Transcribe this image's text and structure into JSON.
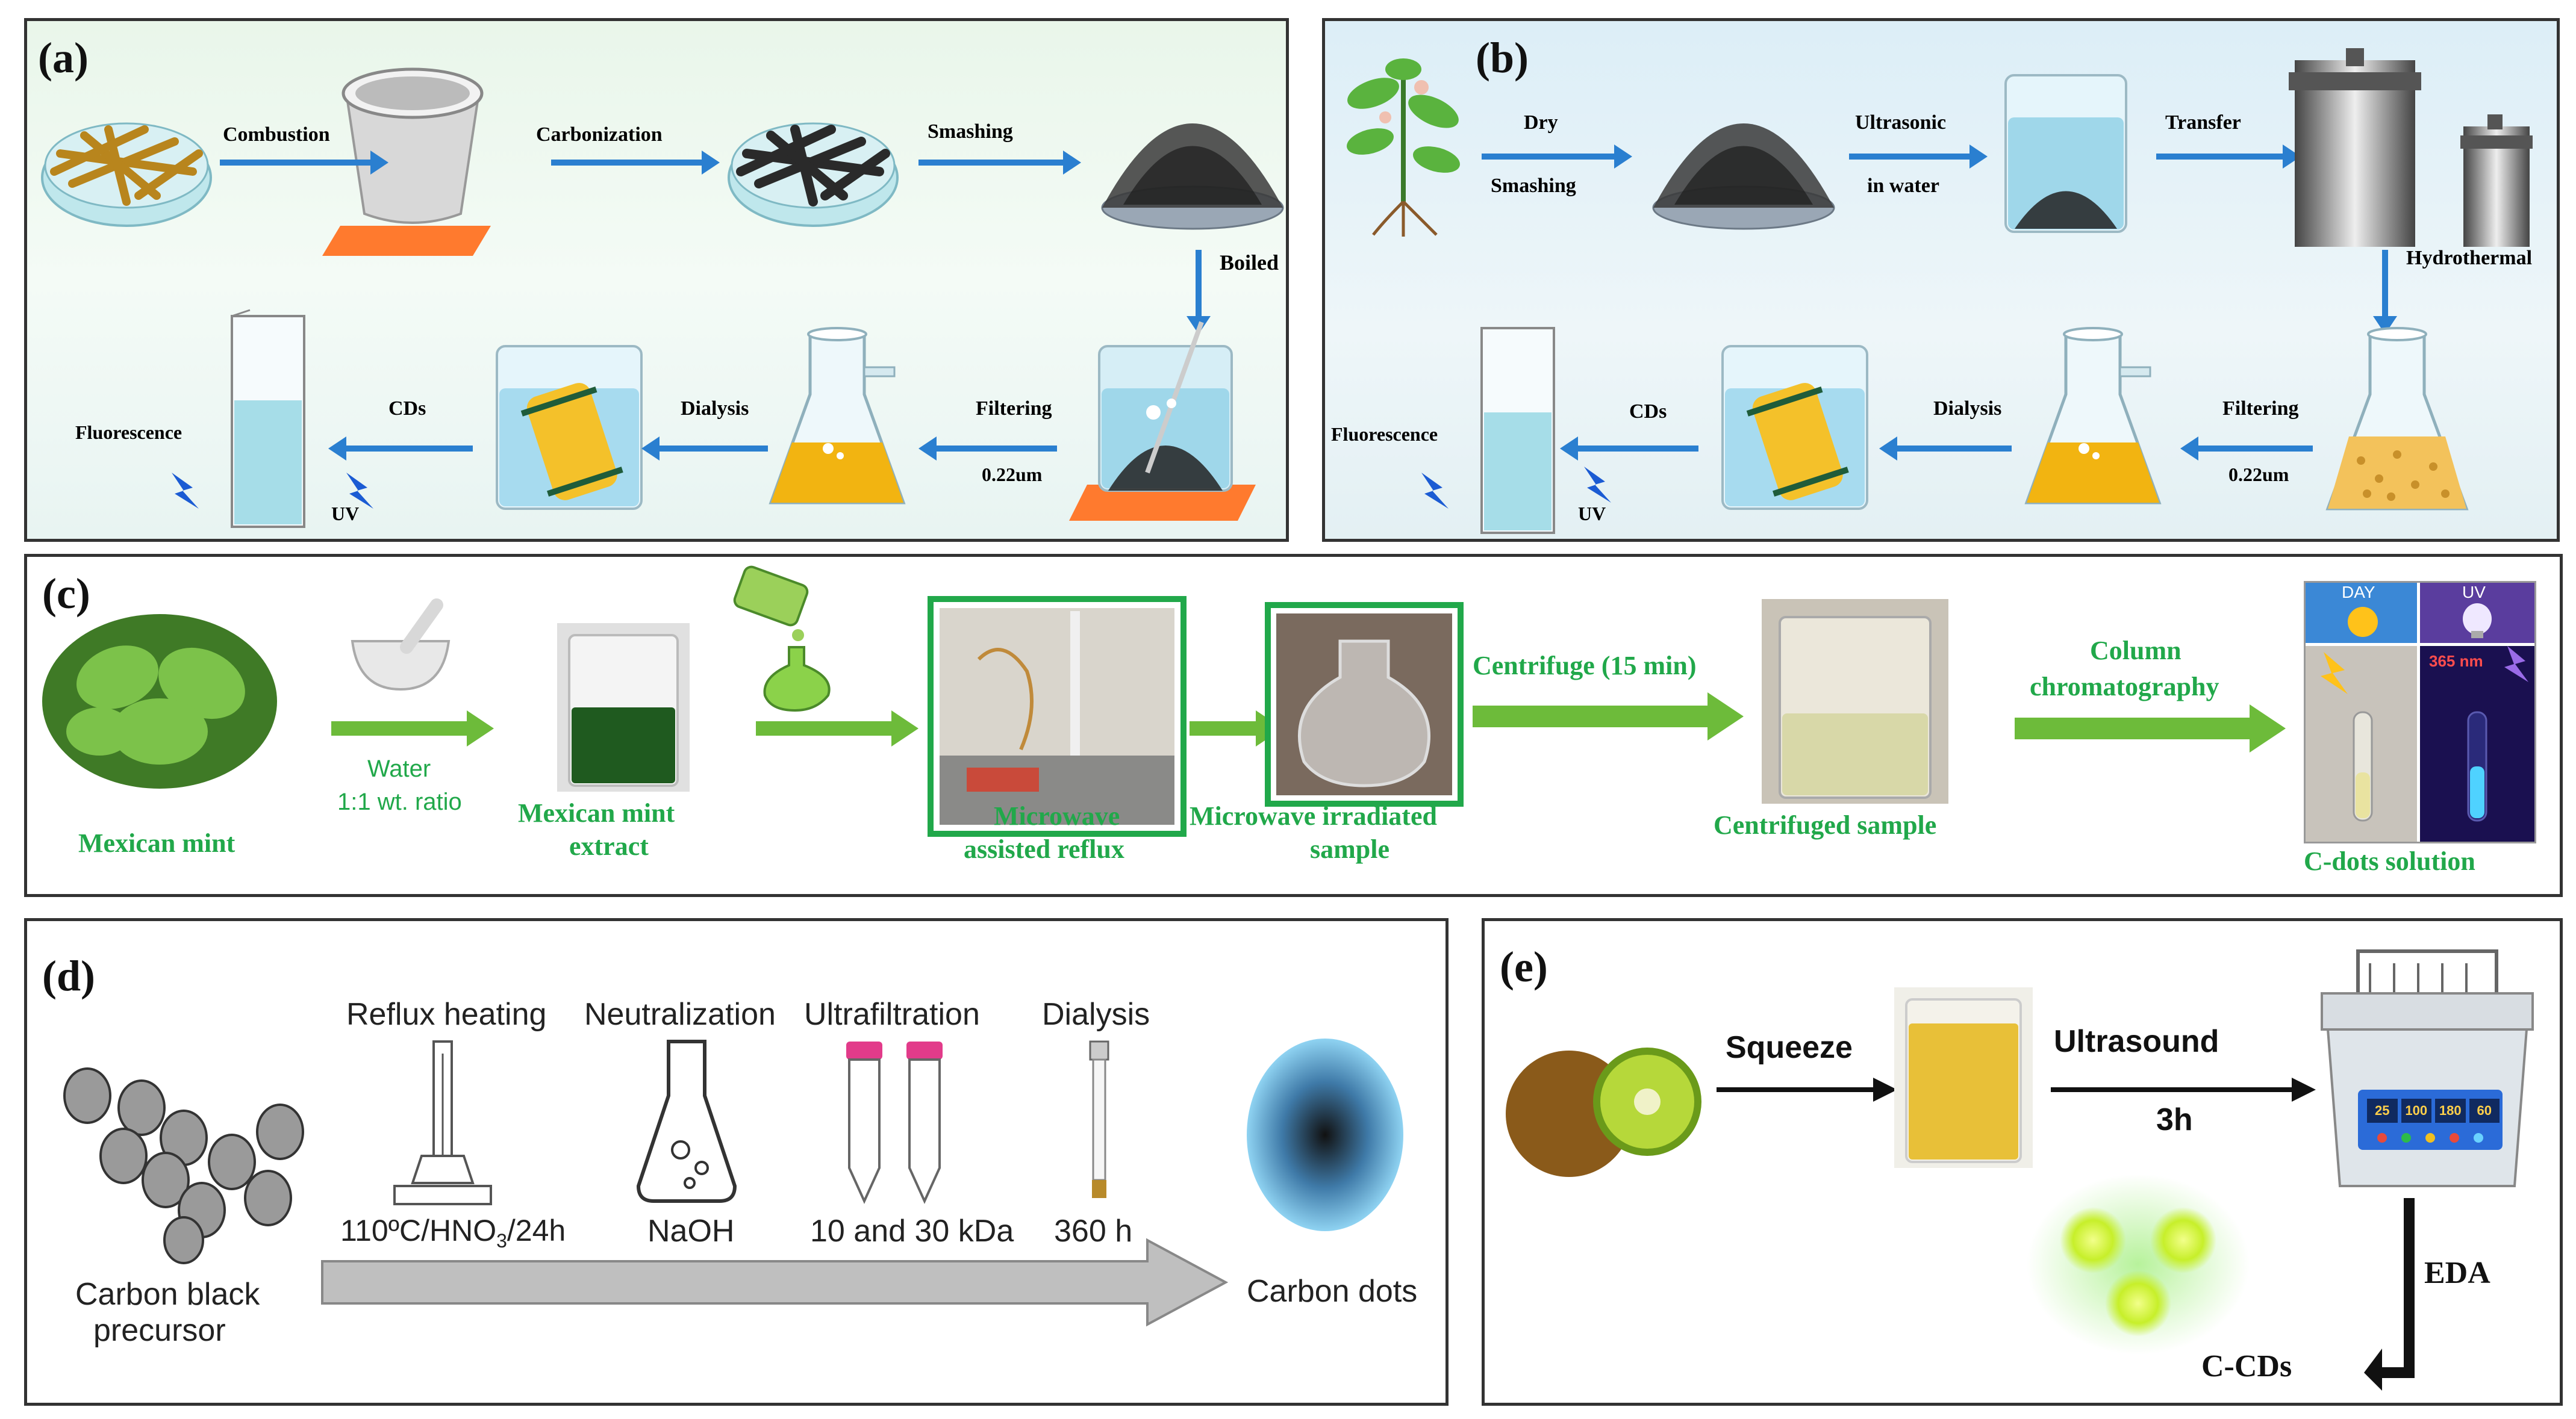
{
  "panel_a": {
    "label": "(a)",
    "steps": {
      "combustion": "Combustion",
      "carbonization": "Carbonization",
      "smashing": "Smashing",
      "boiled": "Boiled",
      "filtering": "Filtering",
      "filter_size": "0.22um",
      "dialysis": "Dialysis",
      "cds": "CDs",
      "uv": "UV",
      "fluorescence": "Fluorescence"
    }
  },
  "panel_b": {
    "label": "(b)",
    "steps": {
      "dry": "Dry",
      "smashing": "Smashing",
      "ultrasonic": "Ultrasonic",
      "in_water": "in water",
      "transfer": "Transfer",
      "hydrothermal": "Hydrothermal",
      "filtering": "Filtering",
      "filter_size": "0.22um",
      "dialysis": "Dialysis",
      "cds": "CDs",
      "uv": "UV",
      "fluorescence": "Fluorescence"
    }
  },
  "panel_c": {
    "label": "(c)",
    "mexican_mint": "Mexican mint",
    "water": "Water",
    "ratio": "1:1 wt. ratio",
    "extract_1": "Mexican mint",
    "extract_2": "extract",
    "reflux_1": "Microwave",
    "reflux_2": "assisted reflux",
    "irradiated_1": "Microwave irradiated",
    "irradiated_2": "sample",
    "centrifuge": "Centrifuge (15 min)",
    "centrifuged": "Centrifuged sample",
    "column_1": "Column",
    "column_2": "chromatography",
    "cdots": "C-dots solution",
    "day": "DAY",
    "uv": "UV",
    "nm": "365 nm"
  },
  "panel_d": {
    "label": "(d)",
    "precursor_1": "Carbon black",
    "precursor_2": "precursor",
    "reflux": "Reflux heating",
    "reflux_cond_a": "110ºC/HNO",
    "reflux_cond_sub": "3",
    "reflux_cond_b": "/24h",
    "neutralization": "Neutralization",
    "naoh": "NaOH",
    "ultrafiltration": "Ultrafiltration",
    "kda": "10 and 30 kDa",
    "dialysis": "Dialysis",
    "hours": "360 h",
    "carbon_dots": "Carbon dots"
  },
  "panel_e": {
    "label": "(e)",
    "squeeze": "Squeeze",
    "ultrasound": "Ultrasound",
    "time": "3h",
    "eda": "EDA",
    "ccds": "C-CDs",
    "display": [
      "25",
      "100",
      "180",
      "60"
    ]
  },
  "colors": {
    "blue_arrow": "#2a7fd0",
    "green_arrow": "#6dbb3a",
    "green_text": "#21a84a",
    "panel_a_bg": "#eaf6ee",
    "panel_b_bg": "#e6f2f8"
  }
}
